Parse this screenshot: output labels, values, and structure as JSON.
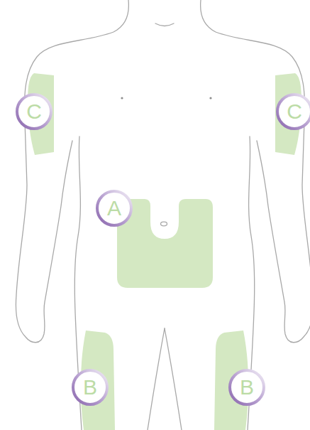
{
  "diagram": {
    "nodes": [
      {
        "text": [
          "C"
        ]
      },
      {
        "text": [
          "C"
        ]
      },
      {
        "text": [
          "A"
        ]
      },
      {
        "text": [
          "B"
        ]
      },
      {
        "text": [
          "B"
        ]
      }
    ]
  }
}
